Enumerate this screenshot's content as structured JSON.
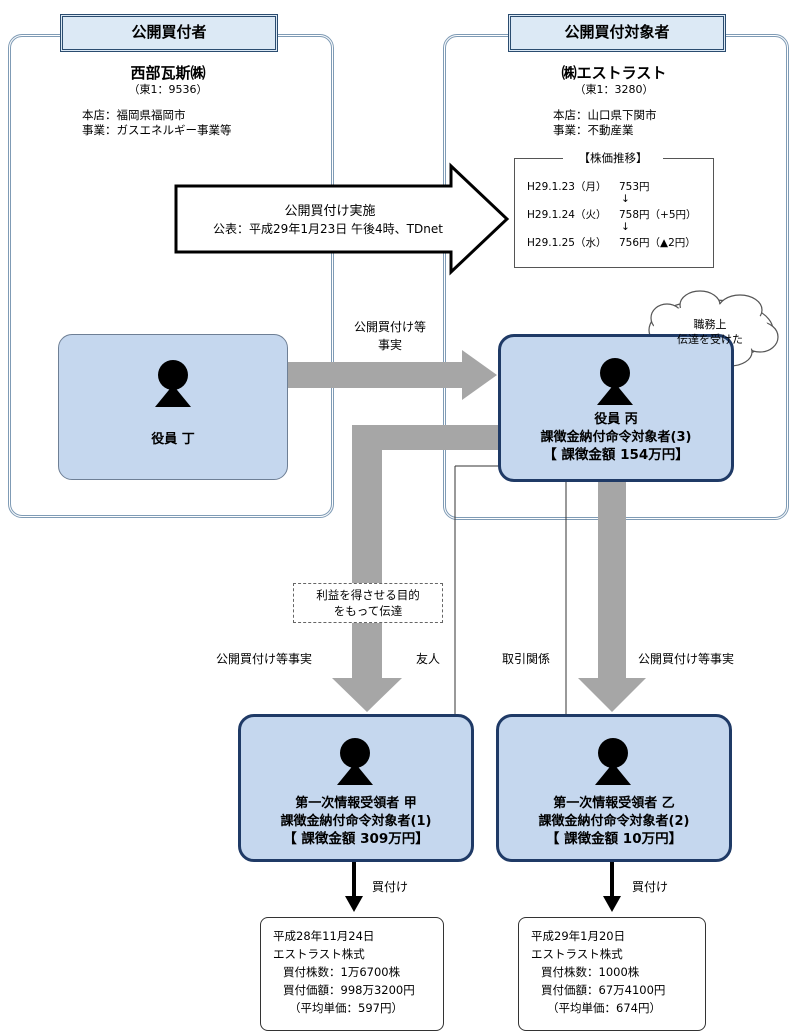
{
  "acquirer": {
    "header": "公開買付者",
    "company": "西部瓦斯㈱",
    "code": "（東1：9536）",
    "hq": "本店：福岡県福岡市",
    "business": "事業：ガスエネルギー事業等"
  },
  "target": {
    "header": "公開買付対象者",
    "company": "㈱エストラスト",
    "code": "（東1：3280）",
    "hq": "本店：山口県下関市",
    "business": "事業：不動産業"
  },
  "tender_offer": {
    "line1": "公開買付け実施",
    "line2": "公表：平成29年1月23日 午後4時、TDnet"
  },
  "stock_price": {
    "title": "【株価推移】",
    "rows": [
      {
        "date": "H29.1.23（月）",
        "price": "753円"
      },
      {
        "date": "H29.1.24（火）",
        "price": "758円（+5円）"
      },
      {
        "date": "H29.1.25（水）",
        "price": "756円（▲2円）"
      }
    ],
    "arrow": "↓"
  },
  "officer_d": {
    "name": "役員 丁"
  },
  "officer_c": {
    "name": "役員 丙",
    "order": "課徴金納付命令対象者(3)",
    "penalty": "【 課徴金額 154万円】",
    "thought_line1": "職務上",
    "thought_line2": "伝達を受けた"
  },
  "flow_labels": {
    "d_to_c_line1": "公開買付け等",
    "d_to_c_line2": "事実",
    "purpose_line1": "利益を得させる目的",
    "purpose_line2": "をもって伝達",
    "left_fact": "公開買付け等事実",
    "friend": "友人",
    "business": "取引関係",
    "right_fact": "公開買付け等事実",
    "buy_left": "買付け",
    "buy_right": "買付け"
  },
  "recipient_a": {
    "role": "第一次情報受領者 甲",
    "order": "課徴金納付命令対象者(1)",
    "penalty": "【 課徴金額 309万円】"
  },
  "recipient_b": {
    "role": "第一次情報受領者 乙",
    "order": "課徴金納付命令対象者(2)",
    "penalty": "【 課徴金額 10万円】"
  },
  "trade_a": {
    "date": "平成28年11月24日",
    "stock": "エストラスト株式",
    "shares": "買付株数：1万6700株",
    "amount": "買付価額：998万3200円",
    "avg": "（平均単価：597円）"
  },
  "trade_b": {
    "date": "平成29年1月20日",
    "stock": "エストラスト株式",
    "shares": "買付株数：1000株",
    "amount": "買付価額：67万4100円",
    "avg": "（平均単価：674円）"
  }
}
